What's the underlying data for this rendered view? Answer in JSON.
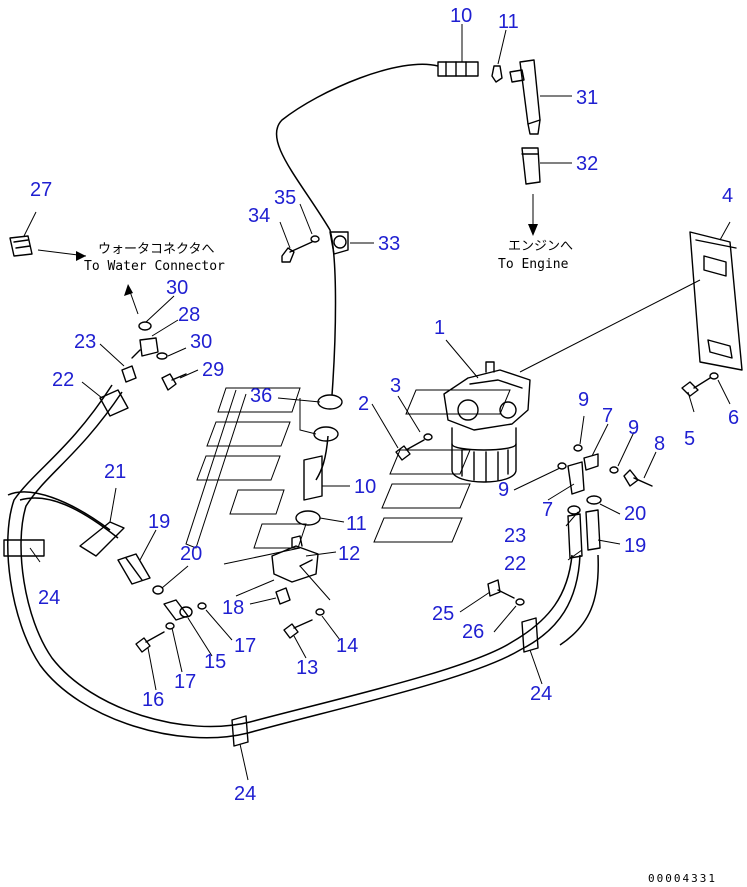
{
  "notes": {
    "water_jp": "ウォータコネクタへ",
    "water_en": "To Water Connector",
    "engine_jp": "エンジンへ",
    "engine_en": "To Engine"
  },
  "doc_code": "00004331",
  "callouts": {
    "c10a": "10",
    "c11a": "11",
    "c31": "31",
    "c32": "32",
    "c27": "27",
    "c35": "35",
    "c34": "34",
    "c33": "33",
    "c4": "4",
    "c30a": "30",
    "c28": "28",
    "c30b": "30",
    "c23a": "23",
    "c29": "29",
    "c22a": "22",
    "c1": "1",
    "c3": "3",
    "c36": "36",
    "c2": "2",
    "c9a": "9",
    "c7a": "7",
    "c9b": "9",
    "c8": "8",
    "c5": "5",
    "c6": "6",
    "c10b": "10",
    "c9c": "9",
    "c7b": "7",
    "c20a": "20",
    "c11b": "11",
    "c12": "12",
    "c21": "21",
    "c19a": "19",
    "c23b": "23",
    "c19b": "19",
    "c22b": "22",
    "c20b": "20",
    "c24a": "24",
    "c18": "18",
    "c17a": "17",
    "c14": "14",
    "c25": "25",
    "c26": "26",
    "c15": "15",
    "c13": "13",
    "c17b": "17",
    "c16": "16",
    "c24b": "24",
    "c24c": "24"
  }
}
